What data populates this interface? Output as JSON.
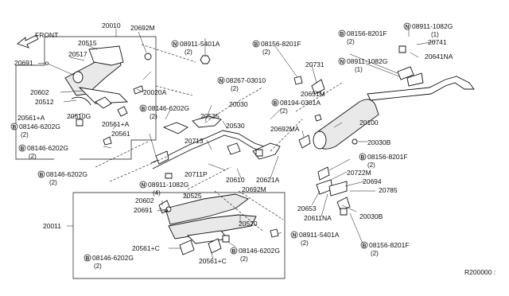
{
  "reference": "R200000 :",
  "front_label": "FRONT",
  "callouts": {
    "c20010": "20010",
    "c20692M_top": "20692M",
    "c20515": "20515",
    "c20517": "20517",
    "c20691_top": "20691",
    "c20602_top": "20602",
    "c20512": "20512",
    "c20561A_l": "20561+A",
    "c20510G": "20510G",
    "c20561A_r": "20561+A",
    "c20561_mid": "20561",
    "c20020A": "20020A",
    "c20030": "20030",
    "c20535": "20535",
    "c20530": "20530",
    "c20713": "20713",
    "c20711P": "20711P",
    "c20610": "20610",
    "c20621A": "20621A",
    "c20692M_mid": "20692M",
    "c20692MA": "20692MA",
    "c20651M": "20651M",
    "c20731": "20731",
    "c20741": "20741",
    "c20641NA": "20641NA",
    "c20100": "20100",
    "c20030B_a": "20030B",
    "c20722M": "20722M",
    "c20694": "20694",
    "c20785": "20785",
    "c20653": "20653",
    "c20611NA": "20611NA",
    "c20030B_b": "20030B",
    "c20011": "20011",
    "c20602_bot": "20602",
    "c20691_bot": "20691",
    "c20525": "20525",
    "c20520": "20520",
    "c20561C_l": "20561+C",
    "c20561C_r": "20561+C"
  },
  "fastener_callouts": [
    {
      "key": "n1",
      "prefix": "N",
      "number": "08911-5401A",
      "qty": "(2)"
    },
    {
      "key": "b1",
      "prefix": "B",
      "number": "08156-8201F",
      "qty": "(2)"
    },
    {
      "key": "b2",
      "prefix": "B",
      "number": "08156-8201F",
      "qty": "(2)"
    },
    {
      "key": "n2",
      "prefix": "N",
      "number": "08911-1082G",
      "qty": "(1)"
    },
    {
      "key": "n3",
      "prefix": "N",
      "number": "08911-1082G",
      "qty": "(1)"
    },
    {
      "key": "n4",
      "prefix": "N",
      "number": "08267-03010",
      "qty": "(2)"
    },
    {
      "key": "b3",
      "prefix": "B",
      "number": "08194-0301A",
      "qty": "(2)"
    },
    {
      "key": "b4",
      "prefix": "B",
      "number": "08146-6202G",
      "qty": "(2)"
    },
    {
      "key": "b5",
      "prefix": "B",
      "number": "08146-6202G",
      "qty": "(2)"
    },
    {
      "key": "b6",
      "prefix": "B",
      "number": "08146-6202G",
      "qty": "(2)"
    },
    {
      "key": "b7",
      "prefix": "B",
      "number": "08146-6202G",
      "qty": "(2)"
    },
    {
      "key": "b8",
      "prefix": "B",
      "number": "08156-8201F",
      "qty": "(2)"
    },
    {
      "key": "n5",
      "prefix": "N",
      "number": "08911-1082G",
      "qty": "(4)"
    },
    {
      "key": "n6",
      "prefix": "N",
      "number": "08911-5401A",
      "qty": "(2)"
    },
    {
      "key": "b9",
      "prefix": "B",
      "number": "08146-6202G",
      "qty": "(2)"
    },
    {
      "key": "b10",
      "prefix": "B",
      "number": "08146-6202G",
      "qty": "(2)"
    },
    {
      "key": "b11",
      "prefix": "B",
      "number": "08156-8201F",
      "qty": "(2)"
    }
  ]
}
